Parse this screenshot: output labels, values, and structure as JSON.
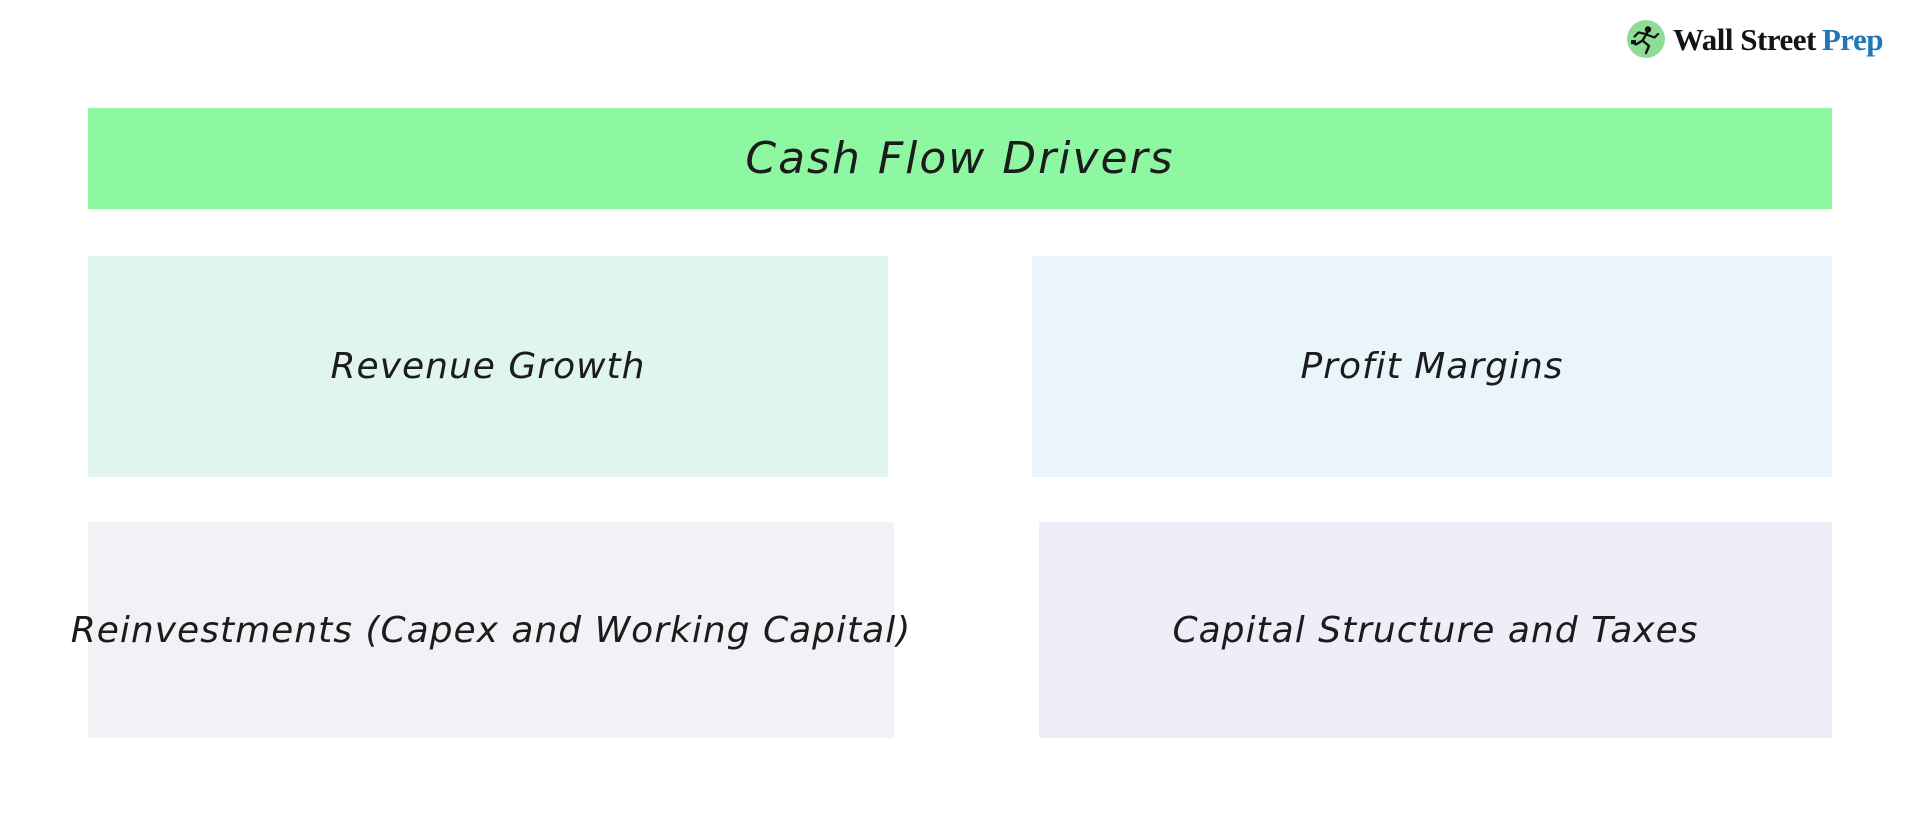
{
  "page": {
    "background": "#ffffff"
  },
  "logo": {
    "name": "Wall Street Prep",
    "part1": "Wall Street",
    "part2": "Prep",
    "part1_color": "#141414",
    "part2_color": "#2178b5",
    "icon": "running-figure-icon",
    "icon_bg": "#8edd97",
    "icon_fg": "#111111"
  },
  "title_banner": {
    "label": "Cash Flow Drivers",
    "background": "#8ef7a2",
    "text_color": "#1c1c1c"
  },
  "drivers": [
    {
      "label": "Revenue Growth",
      "background": "#e0f4f0"
    },
    {
      "label": "Profit Margins",
      "background": "#eaf4fb"
    },
    {
      "label": "Reinvestments (Capex and Working Capital)",
      "background": "#f0f2f5"
    },
    {
      "label": "Capital Structure and Taxes",
      "background": "#edeef8"
    }
  ]
}
